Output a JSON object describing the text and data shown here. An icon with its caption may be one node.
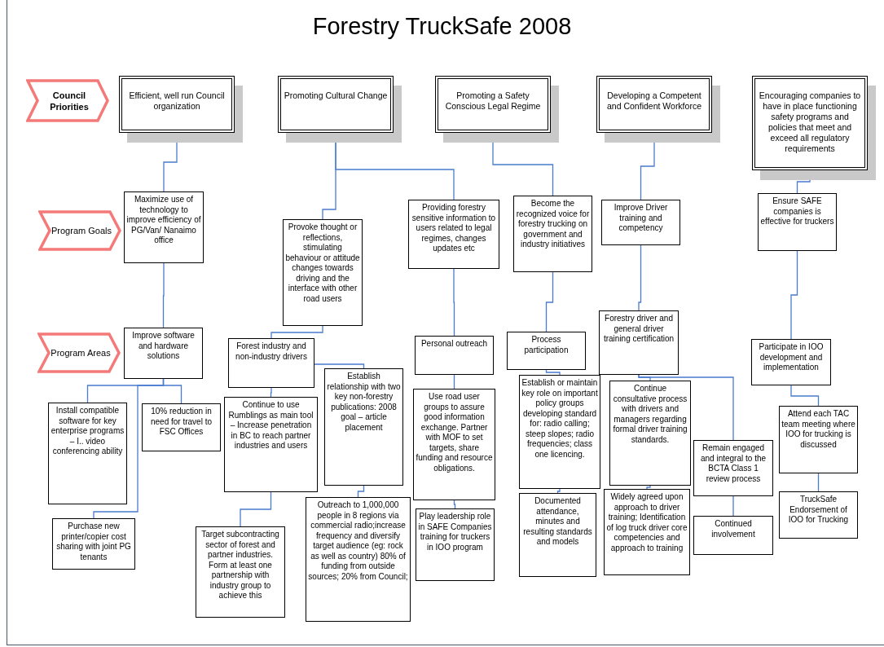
{
  "diagram": {
    "title": "Forestry TruckSafe 2008",
    "nodes": [
      {
        "text": [
          "Council Priorities"
        ]
      },
      {
        "text": [
          "Program Goals"
        ]
      },
      {
        "text": [
          "Program Areas"
        ]
      },
      {
        "text": [
          "Efficient, well run Council organization"
        ]
      },
      {
        "text": [
          "Promoting Cultural Change"
        ]
      },
      {
        "text": [
          "Promoting a Safety Conscious Legal Regime"
        ]
      },
      {
        "text": [
          "Developing a Competent and Confident Workforce"
        ]
      },
      {
        "text": [
          "Encouraging companies to have in place functioning safety programs and policies that meet and exceed all regulatory requirements"
        ]
      },
      {
        "text": [
          "Maximize use of technology to improve efficiency of PG/Van/ Nanaimo office"
        ]
      },
      {
        "text": [
          "Provoke thought or reflections, stimulating behaviour or attitude changes towards driving and the interface with other road users"
        ]
      },
      {
        "text": [
          "Providing forestry sensitive information to users related to legal regimes, changes updates etc"
        ]
      },
      {
        "text": [
          "Become the recognized voice for forestry trucking on government and industry initiatives"
        ]
      },
      {
        "text": [
          "Improve Driver training and competency"
        ]
      },
      {
        "text": [
          "Ensure SAFE companies is effective for truckers"
        ]
      },
      {
        "text": [
          "Improve software and hardware solutions"
        ]
      },
      {
        "text": [
          "Forest industry and non-industry drivers"
        ]
      },
      {
        "text": [
          "Personal outreach"
        ]
      },
      {
        "text": [
          "Process participation"
        ]
      },
      {
        "text": [
          "Forestry driver and general driver training certification"
        ]
      },
      {
        "text": [
          "Participate in IOO development and implementation"
        ]
      },
      {
        "text": [
          "Install compatible software for key enterprise programs – I.. video conferencing ability"
        ]
      },
      {
        "text": [
          "10% reduction in need for travel to FSC Offices"
        ]
      },
      {
        "text": [
          "Purchase new printer/copier cost sharing with joint PG tenants"
        ]
      },
      {
        "text": [
          "Continue to use Rumblings as main tool – Increase penetration in BC to reach partner industries and users"
        ]
      },
      {
        "text": [
          "Establish relationship with two key non-forestry publications: 2008 goal – article placement"
        ]
      },
      {
        "text": [
          "Target subcontracting sector of forest and partner industries. Form at least one partnership with industry group to achieve this"
        ]
      },
      {
        "text": [
          "Outreach to 1,000,000 people in 8 regions via commercial radio;increase frequency and diversify target audience (eg: rock as well as country) 80% of funding from outside sources; 20% from Council;"
        ]
      },
      {
        "text": [
          "Use road user groups to assure good information exchange. Partner with MOF to set targets, share funding and resource obligations."
        ]
      },
      {
        "text": [
          "Play leadership role in SAFE Companies training for truckers in IOO program"
        ]
      },
      {
        "text": [
          "Establish or maintain key role on important policy groups developing standard for: radio calling; steep slopes; radio frequencies; class one licencing."
        ]
      },
      {
        "text": [
          "Documented attendance, minutes and resulting standards and models"
        ]
      },
      {
        "text": [
          "Continue consultative process with drivers and managers regarding formal driver training standards."
        ]
      },
      {
        "text": [
          "Widely agreed upon approach to driver training; Identification of log truck driver core competencies and approach to training"
        ]
      },
      {
        "text": [
          "Remain engaged and integral to the BCTA Class 1 review process"
        ]
      },
      {
        "text": [
          "Continued involvement"
        ]
      },
      {
        "text": [
          "Attend each TAC team meeting where IOO for trucking is discussed"
        ]
      },
      {
        "text": [
          "TruckSafe Endorsement of IOO for Trucking"
        ]
      }
    ],
    "edges": [
      {
        "from": 3,
        "to": 8,
        "arrow": "none"
      },
      {
        "from": 4,
        "to": 9,
        "arrow": "none"
      },
      {
        "from": 4,
        "to": 10,
        "arrow": "none"
      },
      {
        "from": 5,
        "to": 11,
        "arrow": "none"
      },
      {
        "from": 6,
        "to": 12,
        "arrow": "none"
      },
      {
        "from": 7,
        "to": 13,
        "arrow": "none"
      },
      {
        "from": 8,
        "to": 14,
        "arrow": "none"
      },
      {
        "from": 9,
        "to": 15,
        "arrow": "none"
      },
      {
        "from": 10,
        "to": 16,
        "arrow": "none"
      },
      {
        "from": 11,
        "to": 17,
        "arrow": "none"
      },
      {
        "from": 12,
        "to": 18,
        "arrow": "none"
      },
      {
        "from": 13,
        "to": 19,
        "arrow": "none"
      },
      {
        "from": 14,
        "to": 20,
        "arrow": "none"
      },
      {
        "from": 14,
        "to": 21,
        "arrow": "none"
      },
      {
        "from": 14,
        "to": 22,
        "arrow": "none"
      },
      {
        "from": 15,
        "to": 23,
        "arrow": "none"
      },
      {
        "from": 15,
        "to": 24,
        "arrow": "none"
      },
      {
        "from": 23,
        "to": 25,
        "arrow": "none"
      },
      {
        "from": 24,
        "to": 26,
        "arrow": "none"
      },
      {
        "from": 16,
        "to": 27,
        "arrow": "none"
      },
      {
        "from": 27,
        "to": 28,
        "arrow": "none"
      },
      {
        "from": 17,
        "to": 29,
        "arrow": "none"
      },
      {
        "from": 29,
        "to": 30,
        "arrow": "none"
      },
      {
        "from": 18,
        "to": 31,
        "arrow": "none"
      },
      {
        "from": 18,
        "to": 33,
        "arrow": "none"
      },
      {
        "from": 31,
        "to": 32,
        "arrow": "none"
      },
      {
        "from": 33,
        "to": 34,
        "arrow": "none"
      },
      {
        "from": 19,
        "to": 35,
        "arrow": "none"
      },
      {
        "from": 35,
        "to": 36,
        "arrow": "none"
      }
    ]
  }
}
